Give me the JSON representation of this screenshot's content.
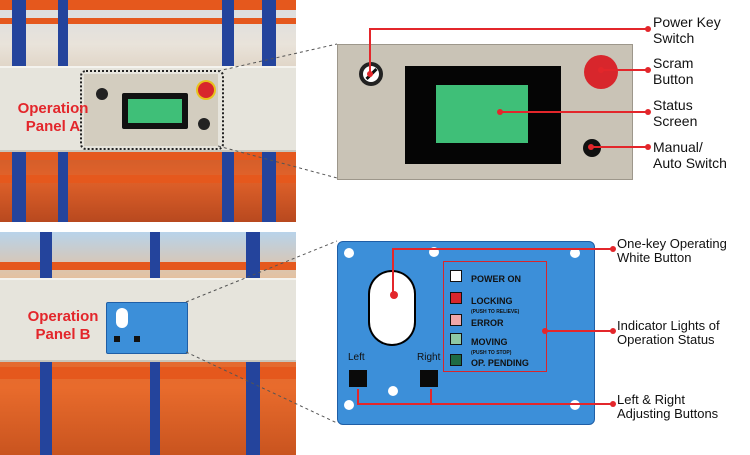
{
  "photo_a": {
    "label_line1": "Operation",
    "label_line2": "Panel A"
  },
  "photo_b": {
    "label_line1": "Operation",
    "label_line2": "Panel B"
  },
  "panel_a_callouts": {
    "power_key_line1": "Power Key",
    "power_key_line2": "Switch",
    "scram_line1": "Scram",
    "scram_line2": "Button",
    "status_line1": "Status",
    "status_line2": "Screen",
    "manual_line1": "Manual/",
    "manual_line2": "Auto Switch"
  },
  "panel_b": {
    "left_label": "Left",
    "right_label": "Right",
    "indicators": [
      {
        "label": "POWER ON",
        "sub": "",
        "color": "#ffffff"
      },
      {
        "label": "LOCKING",
        "sub": "(PUSH TO RELIEVE)",
        "color": "#d8262c"
      },
      {
        "label": "ERROR",
        "sub": "",
        "color": "#f0a8aa"
      },
      {
        "label": "MOVING",
        "sub": "(PUSH TO STOP)",
        "color": "#8fc8a4"
      },
      {
        "label": "OP. PENDING",
        "sub": "",
        "color": "#1e6b43"
      }
    ]
  },
  "panel_b_callouts": {
    "one_key_line1": "One-key Operating",
    "one_key_line2": "White Button",
    "indicator_line1": "Indicator Lights of",
    "indicator_line2": "Operation Status",
    "adjust_line1": "Left & Right",
    "adjust_line2": "Adjusting Buttons"
  },
  "colors": {
    "callout_line": "#e3262b",
    "label_red": "#e3262b",
    "status_screen": "#3fbf78",
    "panel_a": "#c9c3b6",
    "panel_b": "#3c8fd9"
  }
}
